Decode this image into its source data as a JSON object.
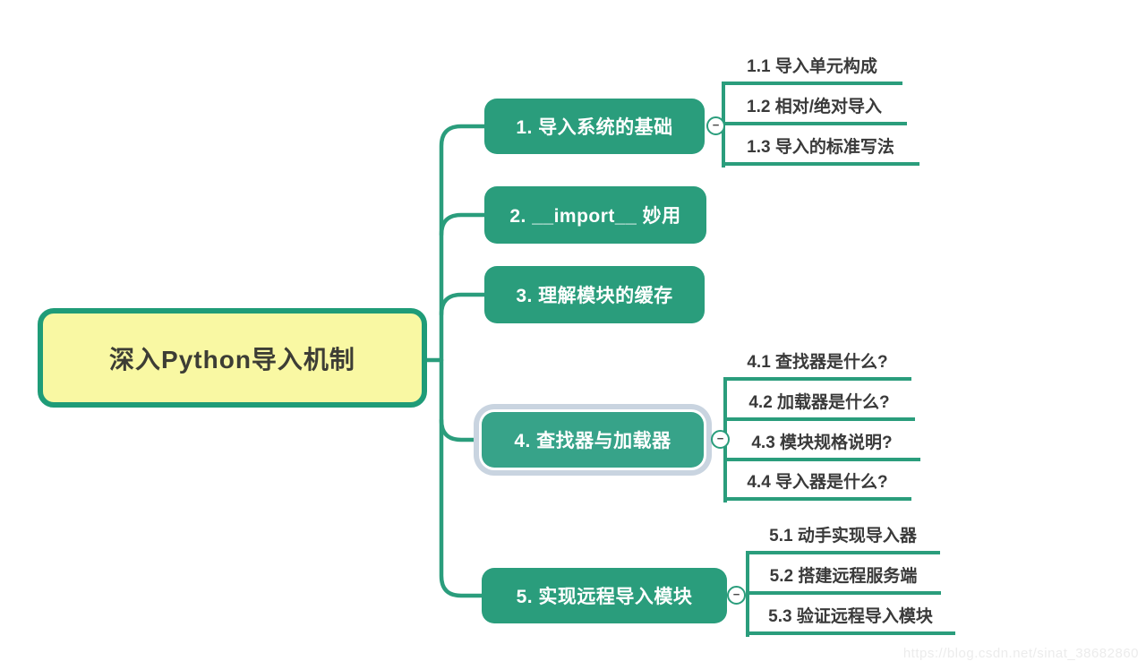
{
  "root": {
    "label": "深入Python导入机制"
  },
  "branches": [
    {
      "label": "1. 导入系统的基础",
      "children": [
        {
          "label": "1.1 导入单元构成"
        },
        {
          "label": "1.2 相对/绝对导入"
        },
        {
          "label": "1.3 导入的标准写法"
        }
      ]
    },
    {
      "label": "2. __import__ 妙用",
      "children": []
    },
    {
      "label": "3. 理解模块的缓存",
      "children": []
    },
    {
      "label": "4. 查找器与加载器",
      "selected": true,
      "children": [
        {
          "label": "4.1 查找器是什么?"
        },
        {
          "label": "4.2 加载器是什么?"
        },
        {
          "label": "4.3 模块规格说明?"
        },
        {
          "label": "4.4 导入器是什么?"
        }
      ]
    },
    {
      "label": "5. 实现远程导入模块",
      "children": [
        {
          "label": "5.1 动手实现导入器"
        },
        {
          "label": "5.2 搭建远程服务端"
        },
        {
          "label": "5.3 验证远程导入模块"
        }
      ]
    }
  ],
  "icons": {
    "collapse_glyph": "−"
  },
  "watermark": "https://blog.csdn.net/sinat_38682860",
  "colors": {
    "node_green": "#2a9d7c",
    "selected_node_green": "#37a389",
    "root_yellow": "#f9f8a3",
    "root_border_green": "#1f9c78",
    "selection_outline": "#c9d4e0",
    "subtopic_text": "#3a3a3a",
    "watermark_gray": "#ececec"
  }
}
